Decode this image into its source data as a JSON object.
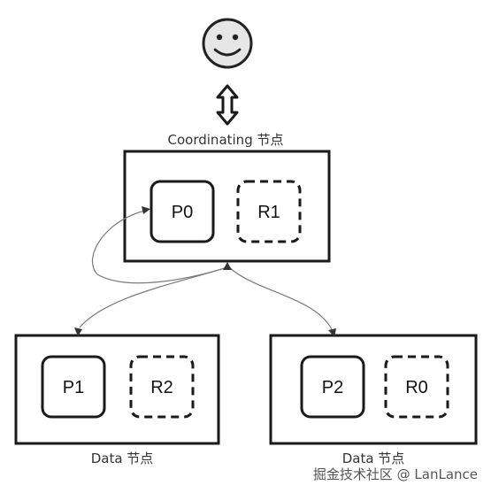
{
  "client": {
    "icon": "smiley-face-icon"
  },
  "coordinating_node": {
    "label": "Coordinating 节点",
    "shards": [
      {
        "label": "P0",
        "kind": "primary"
      },
      {
        "label": "R1",
        "kind": "replica"
      }
    ]
  },
  "data_nodes": [
    {
      "label": "Data 节点",
      "shards": [
        {
          "label": "P1",
          "kind": "primary"
        },
        {
          "label": "R2",
          "kind": "replica"
        }
      ]
    },
    {
      "label": "Data 节点",
      "shards": [
        {
          "label": "P2",
          "kind": "primary"
        },
        {
          "label": "R0",
          "kind": "replica"
        }
      ]
    }
  ],
  "watermark": "掘金技术社区 @ LanLance",
  "colors": {
    "smiley_fill": "#e6e6e6",
    "stroke": "#1a1a1a",
    "connector": "#7a7a7a"
  }
}
